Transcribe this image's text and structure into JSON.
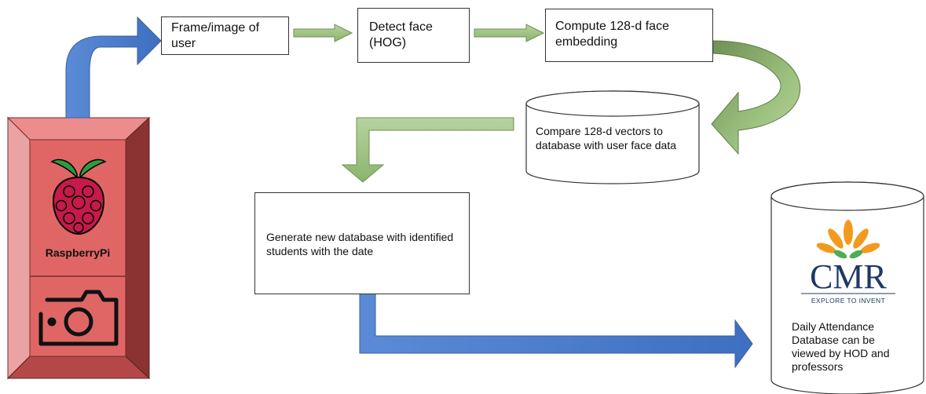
{
  "nodes": {
    "frame": "Frame/image of user",
    "detect": "Detect face (HOG)",
    "compute": "Compute 128-d  face embedding",
    "compare": "Compare 128-d vectors to database with  user face data",
    "generate": "Generate new database with identified students with the date",
    "daily": "Daily Attendance Database can be viewed by HOD and professors"
  },
  "device": {
    "label": "RaspberryPi",
    "logo_icon": "raspberry-pi-logo-icon",
    "camera_icon": "camera-icon"
  },
  "cmr_logo": {
    "name": "CMR",
    "tagline": "EXPLORE TO INVENT"
  },
  "colors": {
    "green_arrow": "#9cc17f",
    "blue_arrow": "#4472c4",
    "device_red": "#e06666",
    "cmr_orange": "#f39a1e",
    "cmr_green": "#4caf50",
    "cmr_navy": "#1f3864"
  }
}
